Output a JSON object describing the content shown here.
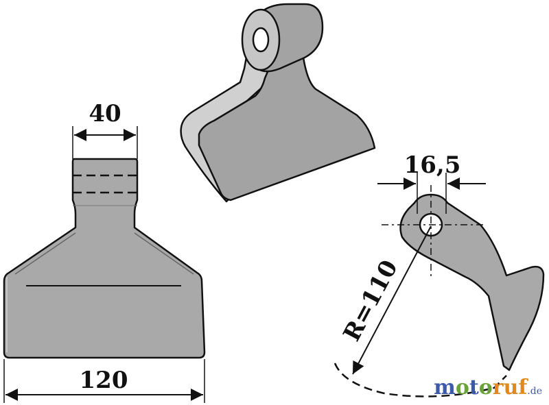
{
  "dimensions": {
    "top_width": "40",
    "bottom_width": "120",
    "hole_diameter": "16,5",
    "radius": "R=110"
  },
  "watermark": {
    "m": "m",
    "o1": "o",
    "t": "t",
    "o2": "o",
    "ruf": "ruf",
    "tld": ".de"
  },
  "colors": {
    "part_fill": "#a9a9a9",
    "part_shade": "#8e8e8e",
    "part_highlight": "#d2d2d2",
    "outline": "#111111",
    "watermark_blue": "#3d5aa8",
    "watermark_green": "#6aa33a",
    "watermark_orange": "#e08a1e"
  }
}
